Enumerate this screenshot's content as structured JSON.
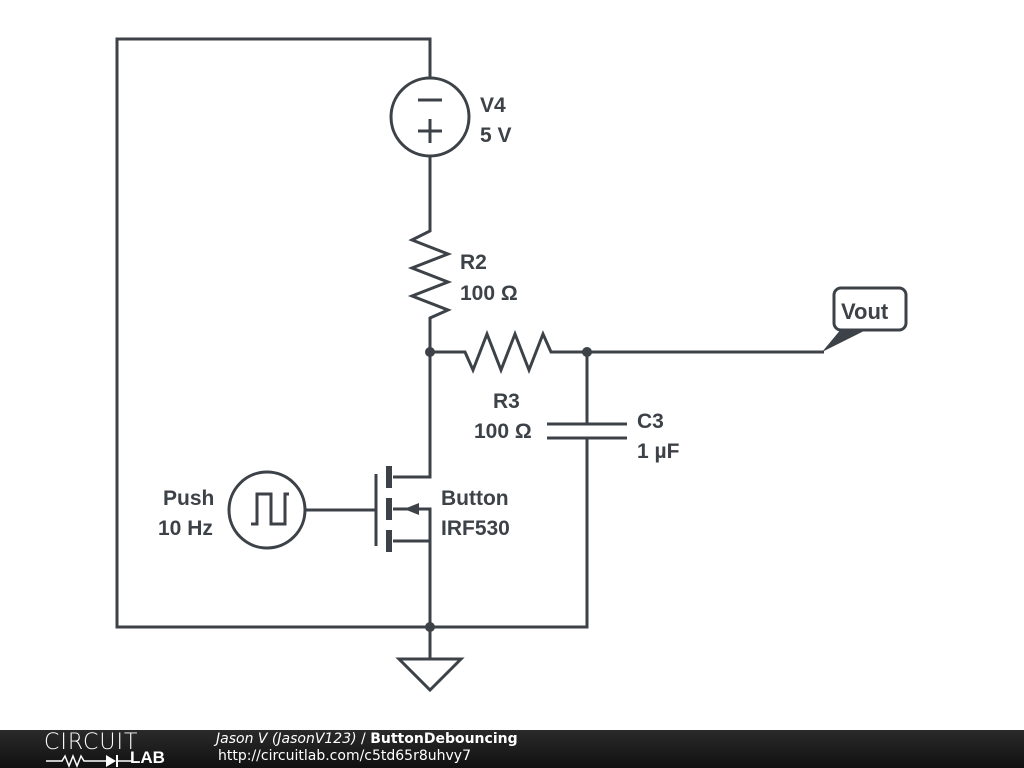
{
  "components": {
    "v4": {
      "name": "V4",
      "value": "5 V",
      "type": "dc-voltage-source"
    },
    "r2": {
      "name": "R2",
      "value": "100 Ω",
      "type": "resistor"
    },
    "r3": {
      "name": "R3",
      "value": "100 Ω",
      "type": "resistor"
    },
    "c3": {
      "name": "C3",
      "value": "1 µF",
      "type": "capacitor"
    },
    "push": {
      "name": "Push",
      "value": "10 Hz",
      "type": "square-wave-source"
    },
    "button": {
      "name": "Button",
      "value": "IRF530",
      "type": "nmos-transistor"
    },
    "vout": {
      "name": "Vout",
      "type": "output-label"
    },
    "ground": {
      "type": "ground"
    }
  },
  "colors": {
    "wire": "#3c4247",
    "footer_bg": "#1c1c1c",
    "footer_text": "#ffffff"
  },
  "footer": {
    "logo_top": "CIRCUIT",
    "logo_bottom": "LAB",
    "author": "Jason V (JasonV123)",
    "separator": "/",
    "title": "ButtonDebouncing",
    "url": "http://circuitlab.com/c5td65r8uhvy7"
  }
}
